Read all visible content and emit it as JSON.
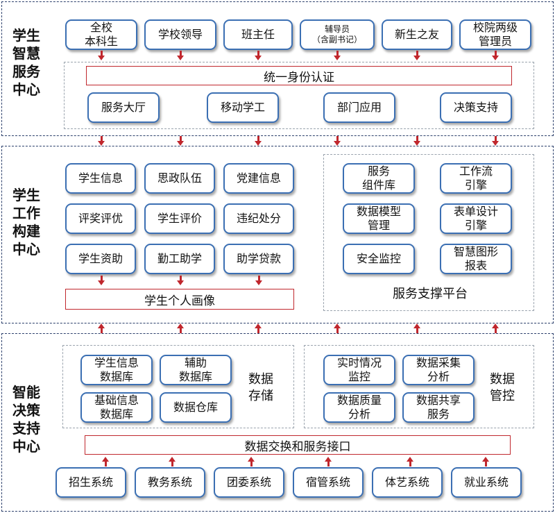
{
  "zones": {
    "top_label": "学生\n智慧\n服务\n中心",
    "mid_label": "学生\n工作\n构建\n中心",
    "bottom_label": "智能\n决策\n支持\n中心"
  },
  "users": [
    "全校\n本科生",
    "学校领导",
    "班主任",
    "辅导员\n（含副书记）",
    "新生之友",
    "校院两级\n管理员"
  ],
  "auth_bar": "统一身份认证",
  "channels": [
    "服务大厅",
    "移动学工",
    "部门应用",
    "决策支持"
  ],
  "work_modules": [
    "学生信息",
    "思政队伍",
    "党建信息",
    "评奖评优",
    "学生评价",
    "违纪处分",
    "学生资助",
    "勤工助学",
    "助学贷款"
  ],
  "portrait_bar": "学生个人画像",
  "platform_items": [
    "服务\n组件库",
    "工作流\n引擎",
    "数据模型\n管理",
    "表单设计\n引擎",
    "安全监控",
    "智慧图形\n报表"
  ],
  "platform_label": "服务支撑平台",
  "storage_items": [
    "学生信息\n数据库",
    "辅助\n数据库",
    "基础信息\n数据库",
    "数据仓库"
  ],
  "storage_label": "数据\n存储",
  "control_items": [
    "实时情况\n监控",
    "数据采集\n分析",
    "数据质量\n分析",
    "数据共享\n服务"
  ],
  "control_label": "数据\n管控",
  "exchange_bar": "数据交换和服务接口",
  "systems": [
    "招生系统",
    "教务系统",
    "团委系统",
    "宿管系统",
    "体艺系统",
    "就业系统"
  ],
  "colors": {
    "box_border": "#3b6fb3",
    "arrow": "#c0272d",
    "zone_border": "#2b3f6b"
  }
}
